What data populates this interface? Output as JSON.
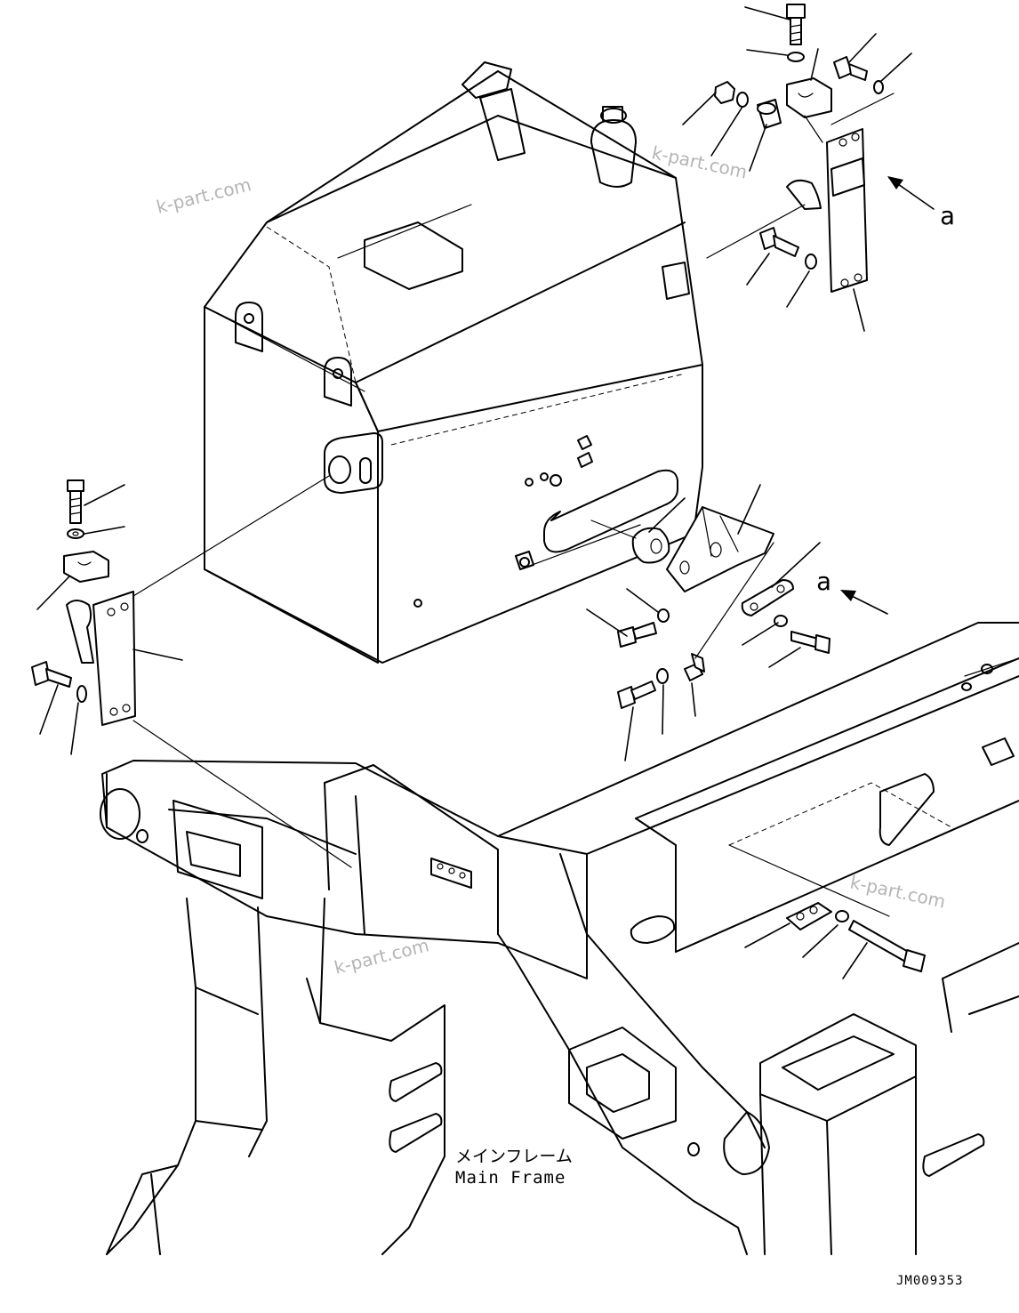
{
  "callouts": {
    "ref_upper": "a",
    "ref_lower": "a"
  },
  "frame_label": {
    "japanese": "メインフレーム",
    "english": "Main Frame"
  },
  "drawing_code": "JM009353",
  "watermarks": [
    "k-part.com",
    "k-part.com",
    "k-part.com",
    "k-part.com"
  ]
}
